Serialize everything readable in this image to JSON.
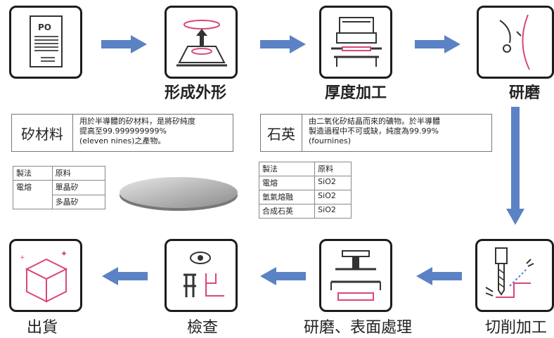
{
  "steps": {
    "po": {
      "doc_label": "PO"
    },
    "shaping": {
      "label": "形成外形"
    },
    "thickness": {
      "label": "厚度加工"
    },
    "grinding": {
      "label": "研磨"
    },
    "cutting": {
      "label": "切削加工"
    },
    "polishing": {
      "label": "研磨、表面處理"
    },
    "inspection": {
      "label": "檢查"
    },
    "shipping": {
      "label": "出貨"
    }
  },
  "materials": {
    "silicon": {
      "term": "矽材料",
      "desc": [
        "用於半導體的矽材料，是將矽純度",
        "提高至99.999999999%",
        "(eleven nines)之產物。"
      ]
    },
    "quartz": {
      "term": "石英",
      "desc": [
        "由二氧化矽結晶而來的礦物。於半導體",
        "製造過程中不可或缺，純度為99.99%",
        "(fournines)"
      ]
    }
  },
  "silicon_table": {
    "headers": [
      "製法",
      "原料"
    ],
    "rows": [
      [
        "電熔",
        "單晶矽"
      ],
      [
        "",
        "多晶矽"
      ]
    ]
  },
  "quartz_table": {
    "headers": [
      "製法",
      "原料"
    ],
    "rows": [
      [
        "電熔",
        "SiO2"
      ],
      [
        "氫氣熔融",
        "SiO2"
      ],
      [
        "合成石英",
        "SiO2"
      ]
    ]
  },
  "colors": {
    "arrow": "#5b82c4",
    "accent": "#d9467a",
    "border": "#1c1c1c"
  }
}
